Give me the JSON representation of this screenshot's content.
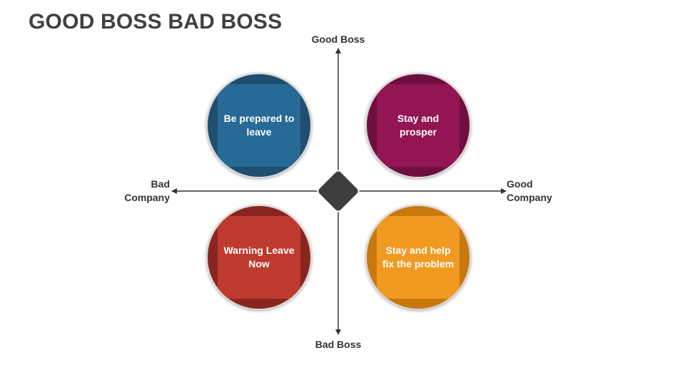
{
  "title": "GOOD BOSS BAD BOSS",
  "axes": {
    "top": "Good Boss",
    "bottom": "Bad Boss",
    "left_line1": "Bad",
    "left_line2": "Company",
    "right_line1": "Good",
    "right_line2": "Company"
  },
  "quadrants": {
    "top_left": {
      "text": "Be prepared to leave",
      "color": "#286a96"
    },
    "top_right": {
      "text": "Stay and prosper",
      "color": "#931553"
    },
    "bottom_left": {
      "text": "Warning Leave Now",
      "color": "#be3a2e"
    },
    "bottom_right": {
      "text": "Stay and help fix the problem",
      "color": "#f19a22"
    }
  },
  "center_color": "#3e3e3e"
}
